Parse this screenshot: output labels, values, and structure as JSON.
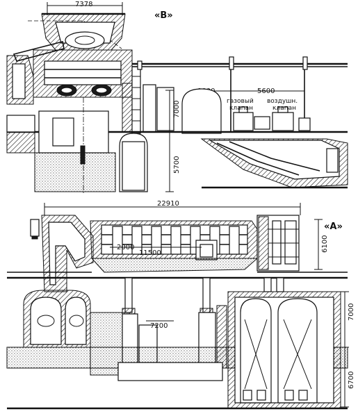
{
  "section_b": {
    "title": "«B»",
    "dim_top_width": "7378",
    "dim_9000": "9000",
    "dim_5600": "5600",
    "dim_7000": "7000",
    "dim_5700": "5700",
    "gas_valve_line1": "газовый",
    "gas_valve_line2": "клапан",
    "air_valve_line1": "воздушн.",
    "air_valve_line2": "клапан"
  },
  "section_a": {
    "title": "«A»",
    "dim_22910": "22910",
    "dim_2000": "2000",
    "dim_11500": "11500",
    "dim_6100": "6100",
    "dim_7200": "7200",
    "dim_7000": "7000",
    "dim_6700": "6700"
  }
}
